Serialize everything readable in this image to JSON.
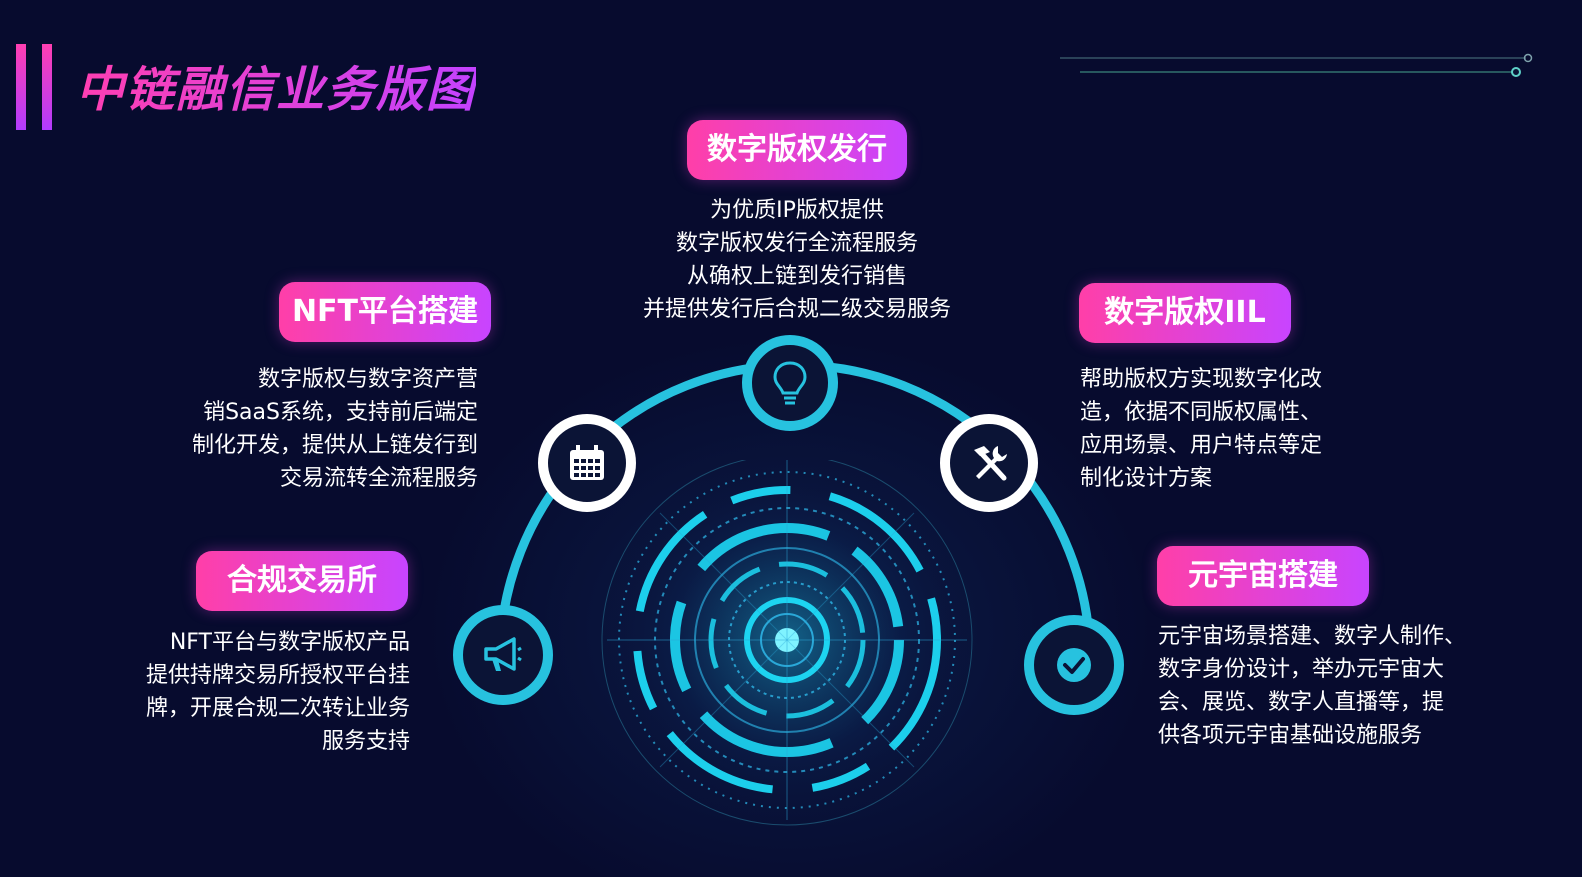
{
  "title": "中链融信业务版图",
  "colors": {
    "background": "#070b2e",
    "accent_pink": "#ff3fa8",
    "accent_purple": "#c844ff",
    "cyan": "#27c2df",
    "node_white": "#ffffff"
  },
  "sections": {
    "digital_copyright_issue": {
      "label": "数字版权发行",
      "lines": [
        "为优质IP版权提供",
        "数字版权发行全流程服务",
        "从确权上链到发行销售",
        "并提供发行后合规二级交易服务"
      ],
      "icon": "lightbulb-icon"
    },
    "nft_platform": {
      "label": "NFT平台搭建",
      "lines": [
        "数字版权与数字资产营",
        "销SaaS系统，支持前后端定",
        "制化开发，提供从上链发行到",
        "交易流转全流程服务"
      ],
      "icon": "calendar-icon"
    },
    "digital_copyright_iil": {
      "label": "数字版权IIL",
      "lines": [
        "帮助版权方实现数字化改",
        "造，依据不同版权属性、",
        "应用场景、用户特点等定",
        "制化设计方案"
      ],
      "icon": "tools-icon"
    },
    "compliant_exchange": {
      "label": "合规交易所",
      "lines": [
        "NFT平台与数字版权产品",
        "提供持牌交易所授权平台挂",
        "牌，开展合规二次转让业务",
        "服务支持"
      ],
      "icon": "megaphone-icon"
    },
    "metaverse": {
      "label": "元宇宙搭建",
      "lines": [
        "元宇宙场景搭建、数字人制作、",
        "数字身份设计，举办元宇宙大",
        "会、展览、数字人直播等，提",
        "供各项元宇宙基础设施服务"
      ],
      "icon": "check-circle-icon"
    }
  }
}
